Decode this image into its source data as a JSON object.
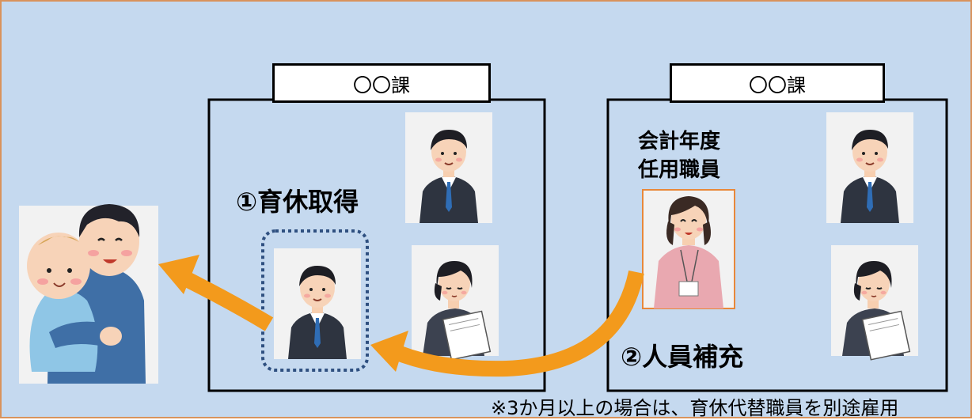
{
  "colors": {
    "background": "#c5d9ef",
    "frame_border": "#d9935c",
    "arrow": "#f39a1c",
    "dotted_border": "#2f5080",
    "staff_border": "#e8883a"
  },
  "dept_left": {
    "label": "〇〇課"
  },
  "dept_right": {
    "label": "〇〇課"
  },
  "leave": {
    "label": "①育休取得"
  },
  "replacement": {
    "label": "②人員補充"
  },
  "fiscal_staff": {
    "label_line1": "会計年度",
    "label_line2": "任用職員"
  },
  "footnote": "※3か月以上の場合は、育休代替職員を別途雇用",
  "icons": {
    "parent": "parent-holding-baby-icon",
    "manager": "businessman-senior-icon",
    "employee_on_leave": "businessman-icon",
    "clerk": "businesswoman-document-icon",
    "temp_staff": "woman-with-id-badge-icon"
  }
}
